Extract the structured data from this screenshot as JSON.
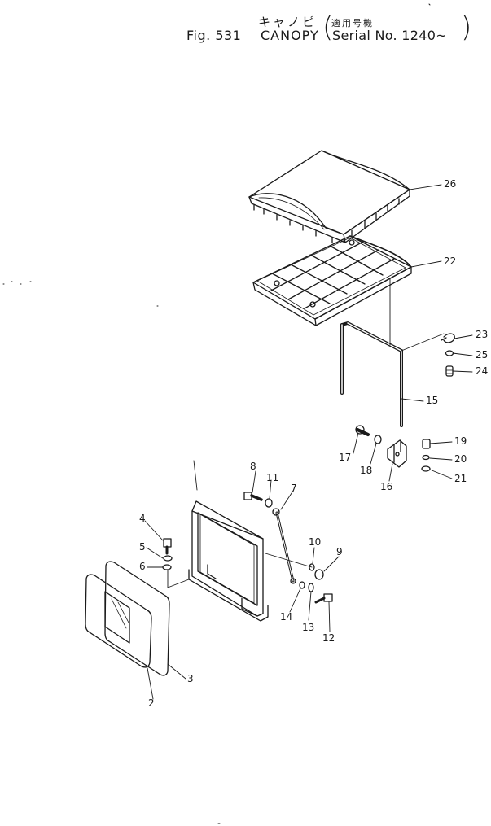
{
  "header": {
    "title_jp": "キャノピ",
    "serial_jp": "適用号機",
    "figure_label": "Fig. 531",
    "title_en": "CANOPY",
    "serial_en": "Serial No. 1240~",
    "bracket_left": "(",
    "bracket_right": ")"
  },
  "callouts": {
    "p2": "2",
    "p3": "3",
    "p4": "4",
    "p5": "5",
    "p6": "6",
    "p7": "7",
    "p8": "8",
    "p9": "9",
    "p10": "10",
    "p11": "11",
    "p12": "12",
    "p13": "13",
    "p14": "14",
    "p15": "15",
    "p16": "16",
    "p17": "17",
    "p18": "18",
    "p19": "19",
    "p20": "20",
    "p21": "21",
    "p22": "22",
    "p23": "23",
    "p24": "24",
    "p25": "25",
    "p26": "26"
  }
}
